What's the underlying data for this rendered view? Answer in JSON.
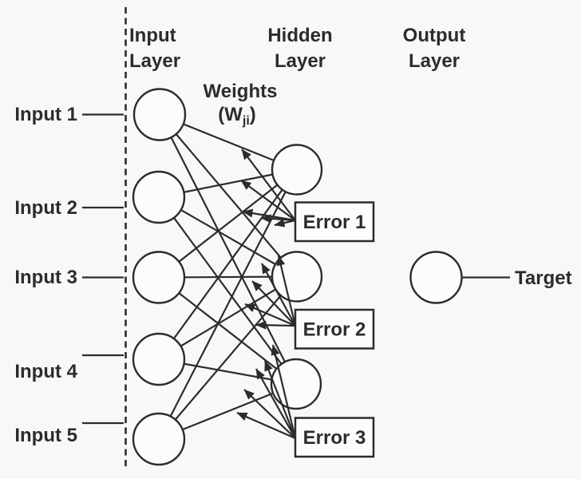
{
  "layers": {
    "input": {
      "line1": "Input",
      "line2": "Layer"
    },
    "hidden": {
      "line1": "Hidden",
      "line2": "Layer"
    },
    "output": {
      "line1": "Output",
      "line2": "Layer"
    }
  },
  "weights_label": {
    "title": "Weights",
    "prefix": "(W",
    "subscript": "ji",
    "suffix": ")"
  },
  "inputs": [
    {
      "label": "Input 1"
    },
    {
      "label": "Input 2"
    },
    {
      "label": "Input 3"
    },
    {
      "label": "Input 4"
    },
    {
      "label": "Input 5"
    }
  ],
  "errors": [
    {
      "label": "Error 1"
    },
    {
      "label": "Error 2"
    },
    {
      "label": "Error 3"
    }
  ],
  "target_label": "Target",
  "structure": {
    "input_nodes": 5,
    "hidden_nodes": 3,
    "output_nodes": 1,
    "error_boxes": 3,
    "error_arrows_per_box": 5
  },
  "colors": {
    "ink": "#2c2c2c",
    "background": "#f8f8f8",
    "node_fill": "#fcfcfc"
  }
}
